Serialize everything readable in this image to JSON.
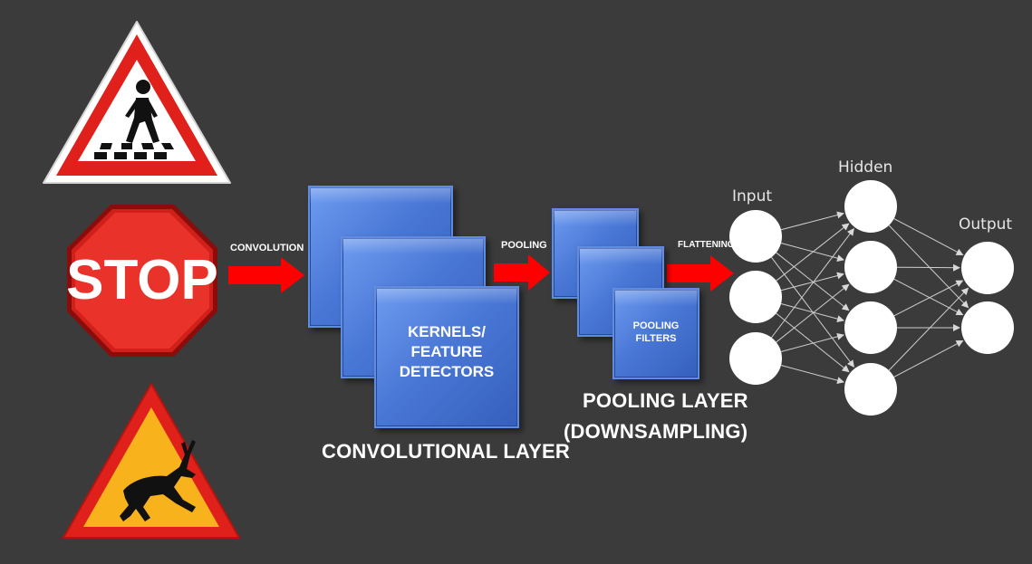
{
  "signs": [
    {
      "name": "pedestrian-crossing-sign-icon"
    },
    {
      "name": "stop-sign-icon",
      "text": "STOP"
    },
    {
      "name": "deer-crossing-sign-icon"
    }
  ],
  "steps": {
    "convolution": "CONVOLUTION",
    "pooling": "POOLING",
    "flattening": "FLATTENING"
  },
  "conv_block": {
    "kernel_text": [
      "KERNELS/",
      "FEATURE",
      "DETECTORS"
    ],
    "title": "CONVOLUTIONAL LAYER"
  },
  "pool_block": {
    "filter_text": [
      "POOLING",
      "FILTERS"
    ],
    "title_lines": [
      "POOLING LAYER",
      "(DOWNSAMPLING)"
    ]
  },
  "network": {
    "input_label": "Input",
    "hidden_label": "Hidden",
    "output_label": "Output",
    "input_count": 3,
    "hidden_count": 4,
    "output_count": 2
  },
  "colors": {
    "background": "#3b3b3b",
    "arrow": "#ff0000",
    "cube": "#4a78d6",
    "sign_red": "#e0201b",
    "deer_sign_yellow": "#f8b21b"
  }
}
